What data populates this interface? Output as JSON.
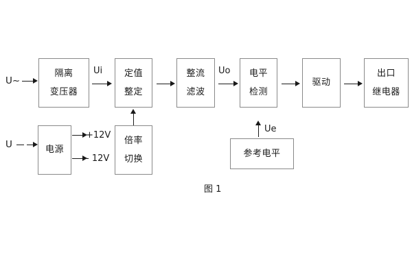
{
  "diagram": {
    "caption": "图 1",
    "blocks": [
      {
        "id": "isolation-transformer",
        "lines": [
          "隔离",
          "变压器"
        ]
      },
      {
        "id": "setting-value",
        "lines": [
          "定值",
          "整定"
        ]
      },
      {
        "id": "rectify-filter",
        "lines": [
          "整流",
          "滤波"
        ]
      },
      {
        "id": "level-detection",
        "lines": [
          "电平",
          "检测"
        ]
      },
      {
        "id": "drive",
        "lines": [
          "驱动"
        ]
      },
      {
        "id": "output-relay",
        "lines": [
          "出口",
          "继电器"
        ]
      },
      {
        "id": "power-supply",
        "lines": [
          "电源"
        ]
      },
      {
        "id": "multiplier-switch",
        "lines": [
          "倍率",
          "切换"
        ]
      },
      {
        "id": "reference-level",
        "lines": [
          "参考电平"
        ]
      }
    ],
    "labels": {
      "input_ac": "U~",
      "input_dc": "U",
      "signal_ui": "Ui",
      "signal_uo": "Uo",
      "signal_ue": "Ue",
      "rail_positive": "+12V",
      "rail_negative": "- 12V"
    },
    "colors": {
      "box_border": "#888888",
      "line": "#1a1a1a",
      "text": "#1a1a1a",
      "background": "#ffffff"
    }
  }
}
